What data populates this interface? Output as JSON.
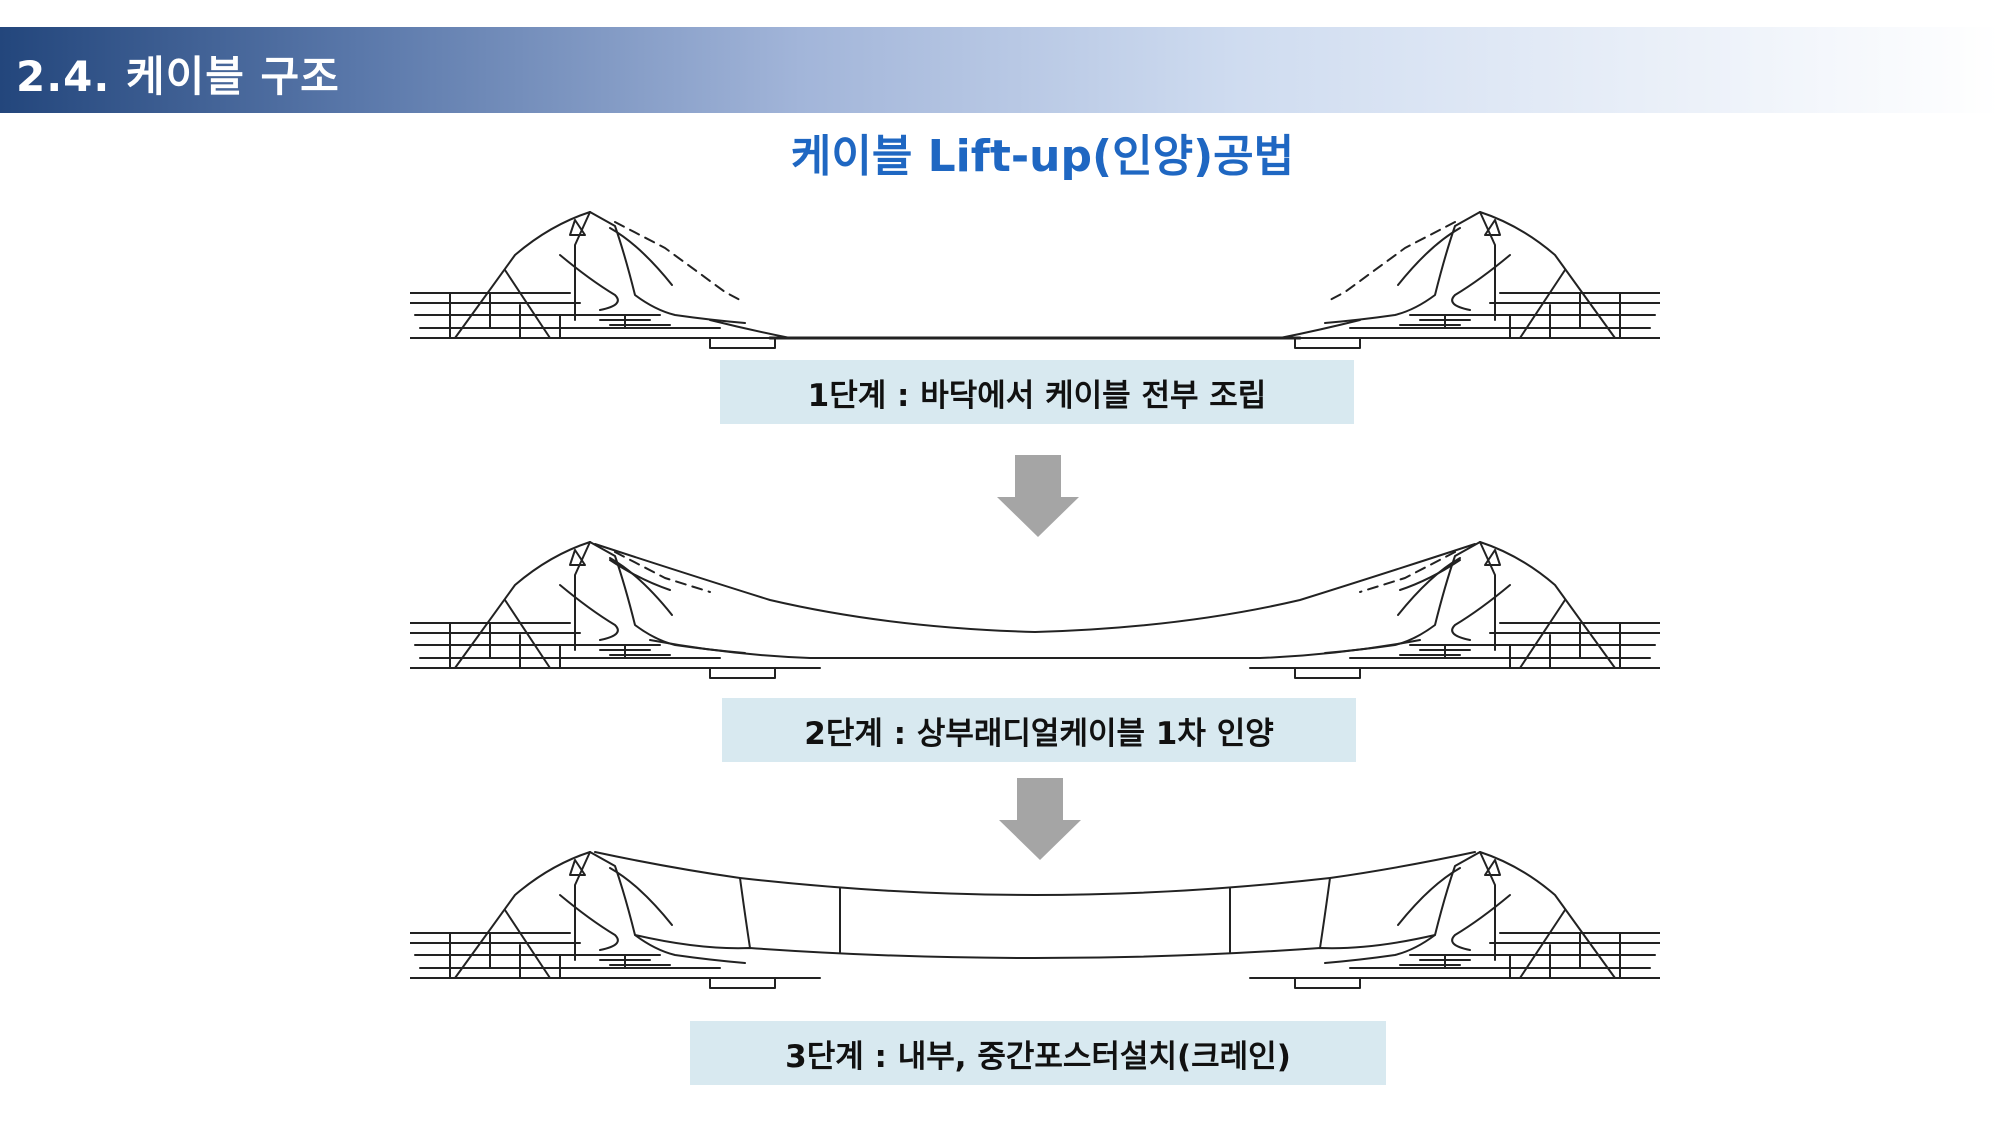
{
  "header": {
    "title": "2.4. 케이블 구조"
  },
  "main": {
    "title": "케이블 Lift-up(인양)공법"
  },
  "stages": [
    {
      "label": "1단계 : 바닥에서 케이블 전부 조립"
    },
    {
      "label": "2단계 : 상부래디얼케이블 1차 인양"
    },
    {
      "label": "3단계 : 내부, 중간포스터설치(크레인)"
    }
  ],
  "colors": {
    "header_dark": "#23467c",
    "title_blue": "#1f67c2",
    "label_bg": "#d8e9f0",
    "arrow_gray": "#a5a5a5"
  },
  "icons": {
    "step_arrow": "down-arrow-icon"
  }
}
